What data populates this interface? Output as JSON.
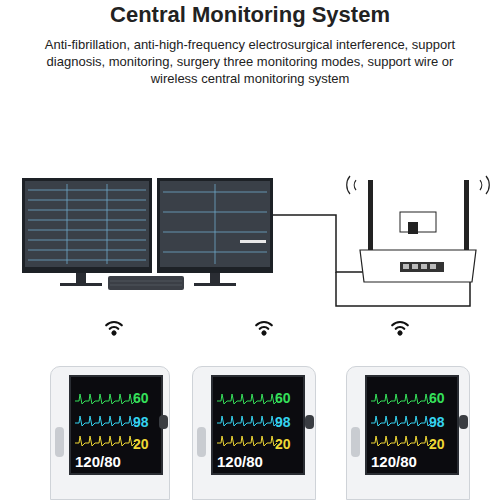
{
  "diagram": {
    "title": "Central Monitoring System",
    "caption": "Anti-fibrillation, anti-high-frequency electrosurgical interference, support diagnosis, monitoring, surgery three monitoring modes, support wire or wireless central monitoring system",
    "nodes": [
      {
        "text": [
          "60",
          "98",
          "20",
          "120/80"
        ]
      },
      {
        "text": [
          "60",
          "98",
          "20",
          "120/80"
        ]
      },
      {
        "text": [
          "60",
          "98",
          "20",
          "120/80"
        ]
      }
    ]
  }
}
